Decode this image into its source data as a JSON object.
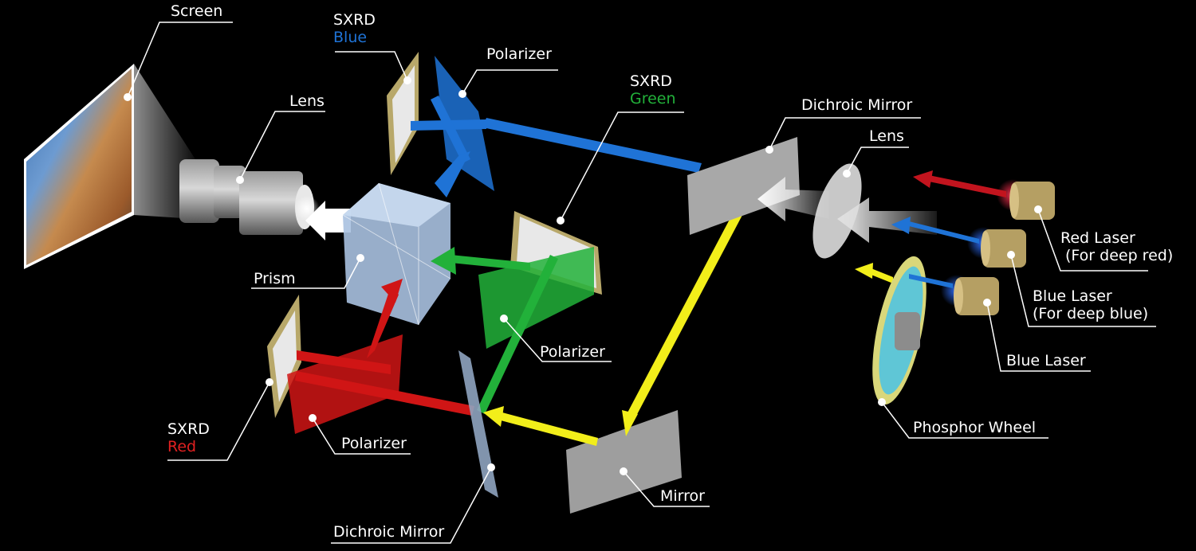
{
  "colors": {
    "background": "#000000",
    "blue": "#1f73d6",
    "green": "#22b13a",
    "red": "#d01515",
    "yellow": "#f2ee1a",
    "white": "#ffffff"
  },
  "labels": {
    "screen": "Screen",
    "sxrd_blue": {
      "name": "SXRD",
      "color": "Blue"
    },
    "polarizer_top": "Polarizer",
    "sxrd_green": {
      "name": "SXRD",
      "color": "Green"
    },
    "lens_projection": "Lens",
    "dichroic_mirror_top": "Dichroic Mirror",
    "lens_right": "Lens",
    "prism": "Prism",
    "red_laser": {
      "line1": "Red Laser",
      "line2": "(For deep red)"
    },
    "blue_laser_deep": {
      "line1": "Blue Laser",
      "line2": "(For deep blue)"
    },
    "polarizer_green": "Polarizer",
    "blue_laser": "Blue Laser",
    "sxrd_red": {
      "name": "SXRD",
      "color": "Red"
    },
    "polarizer_red": "Polarizer",
    "phosphor_wheel": "Phosphor Wheel",
    "mirror": "Mirror",
    "dichroic_mirror_bottom": "Dichroic Mirror"
  }
}
